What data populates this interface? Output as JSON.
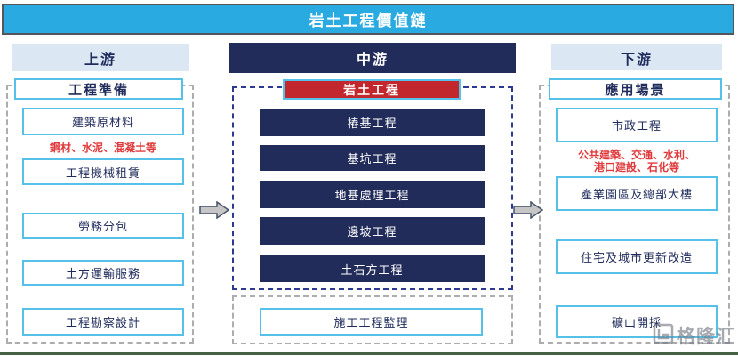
{
  "title": "岩土工程價值鏈",
  "columns": {
    "upstream": {
      "header": "上游",
      "section_title": "工程準備",
      "boxes": [
        "建築原材料",
        "工程機械租賃",
        "勞務分包",
        "土方運輸服務",
        "工程勘察設計"
      ],
      "note": "鋼材、水泥、混凝土等"
    },
    "midstream": {
      "header": "中游",
      "section_title": "岩土工程",
      "boxes": [
        "樁基工程",
        "基坑工程",
        "地基處理工程",
        "邊坡工程",
        "土石方工程"
      ],
      "supervision_box": "施工工程監理"
    },
    "downstream": {
      "header": "下游",
      "section_title": "應用場景",
      "boxes": [
        "市政工程",
        "產業園區及總部大樓",
        "住宅及城市更新改造",
        "礦山開採"
      ],
      "note_line1": "公共建築、交通、水利、",
      "note_line2": "港口建設、石化等"
    }
  },
  "watermark": "格隆汇",
  "colors": {
    "title_bg": "#29ABE2",
    "navy": "#222C5A",
    "red_header": "#C1272D",
    "light_header_bg": "#DBE7F3",
    "box_border": "#56C1E8",
    "note_red": "#E03A3C",
    "dashed_navy": "#2B3990",
    "dashed_gray": "#ADADAD",
    "bottom_line": "#466244"
  }
}
